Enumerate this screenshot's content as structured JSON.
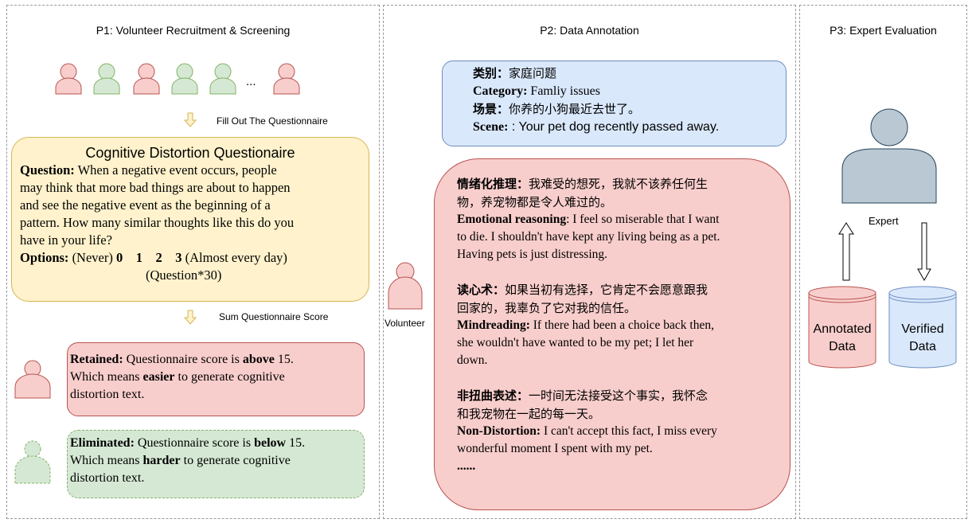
{
  "panels": {
    "p1": {
      "title": "P1: Volunteer Recruitment & Screening"
    },
    "p2": {
      "title": "P2: Data Annotation"
    },
    "p3": {
      "title": "P3: Expert Evaluation"
    }
  },
  "p1": {
    "ellipsis": "...",
    "fill_label": "Fill Out The Questionnaire",
    "sum_label": "Sum Questionnaire Score",
    "questionnaire": {
      "title": "Cognitive Distortion Questionaire",
      "question_label": "Question:",
      "question_line1": " When a negative event occurs, people",
      "question_line2": "may think that more bad things are about to happen",
      "question_line3": "and see the negative event as the beginning of a",
      "question_line4": "pattern. How many similar thoughts like this do you",
      "question_line5": "have in your life?",
      "options_label": "Options:",
      "options_never": " (Never) ",
      "options_values": "0    1    2    3",
      "options_always": " (Almost every day)",
      "repeat": "(Question*30)"
    },
    "retained": {
      "label": "Retained:",
      "text_a": " Questionnaire score is ",
      "above": "above",
      "text_b": " 15.",
      "line2_a": "Which means ",
      "easier": "easier",
      "line2_b": " to generate cognitive",
      "line3": "distortion text."
    },
    "eliminated": {
      "label": "Eliminated:",
      "text_a": " Questionnaire score is ",
      "below": "below",
      "text_b": " 15.",
      "line2_a": "Which means ",
      "harder": "harder",
      "line2_b": " to generate cognitive",
      "line3": "distortion text."
    }
  },
  "p2": {
    "volunteer_label": "Volunteer",
    "category_box": {
      "cat_cn_label": "类别：",
      "cat_cn_value": "家庭问题",
      "cat_en_label": "Category:",
      "cat_en_value": " Famliy issues",
      "scene_cn_label": "场景：",
      "scene_cn_value": "你养的小狗最近去世了。",
      "scene_en_label": "Scene:",
      "scene_en_value": " : Your pet dog recently passed away."
    },
    "examples": {
      "er_cn_label": "情绪化推理：",
      "er_cn_line1": "我难受的想死，我就不该养任何生",
      "er_cn_line2": "物，养宠物都是令人难过的。",
      "er_en_label": "Emotional reasoning",
      "er_en_line1": ": I feel so miserable that I want",
      "er_en_line2": "to die. I shouldn't have kept any living being as a pet.",
      "er_en_line3": "Having pets is just distressing.",
      "mr_cn_label": "读心术：",
      "mr_cn_line1": "如果当初有选择，它肯定不会愿意跟我",
      "mr_cn_line2": "回家的，我辜负了它对我的信任。",
      "mr_en_label": "Mindreading:",
      "mr_en_line1": " If there had been a choice back then,",
      "mr_en_line2": "she wouldn't have wanted to be my pet; I let her",
      "mr_en_line3": "down.",
      "nd_cn_label": "非扭曲表述：",
      "nd_cn_line1": "一时间无法接受这个事实，我怀念",
      "nd_cn_line2": "和我宠物在一起的每一天。",
      "nd_en_label": "Non-Distortion:",
      "nd_en_line1": " I can't accept this fact, I miss every",
      "nd_en_line2": "wonderful moment I spent with my pet.",
      "more": "......"
    }
  },
  "p3": {
    "expert_label": "Expert",
    "annotated_line1": "Annotated",
    "annotated_line2": "Data",
    "verified_line1": "Verified",
    "verified_line2": "Data"
  },
  "colors": {
    "pink_fill": "#f8cecc",
    "pink_stroke": "#b85450",
    "green_fill": "#d5e8d4",
    "green_stroke": "#82b366",
    "blue_fill": "#dae8fc",
    "blue_stroke": "#6c8ebf",
    "yellow_fill": "#fff2cc",
    "yellow_stroke": "#d6b656",
    "expert_fill": "#bac8d3",
    "expert_stroke": "#23445d"
  }
}
